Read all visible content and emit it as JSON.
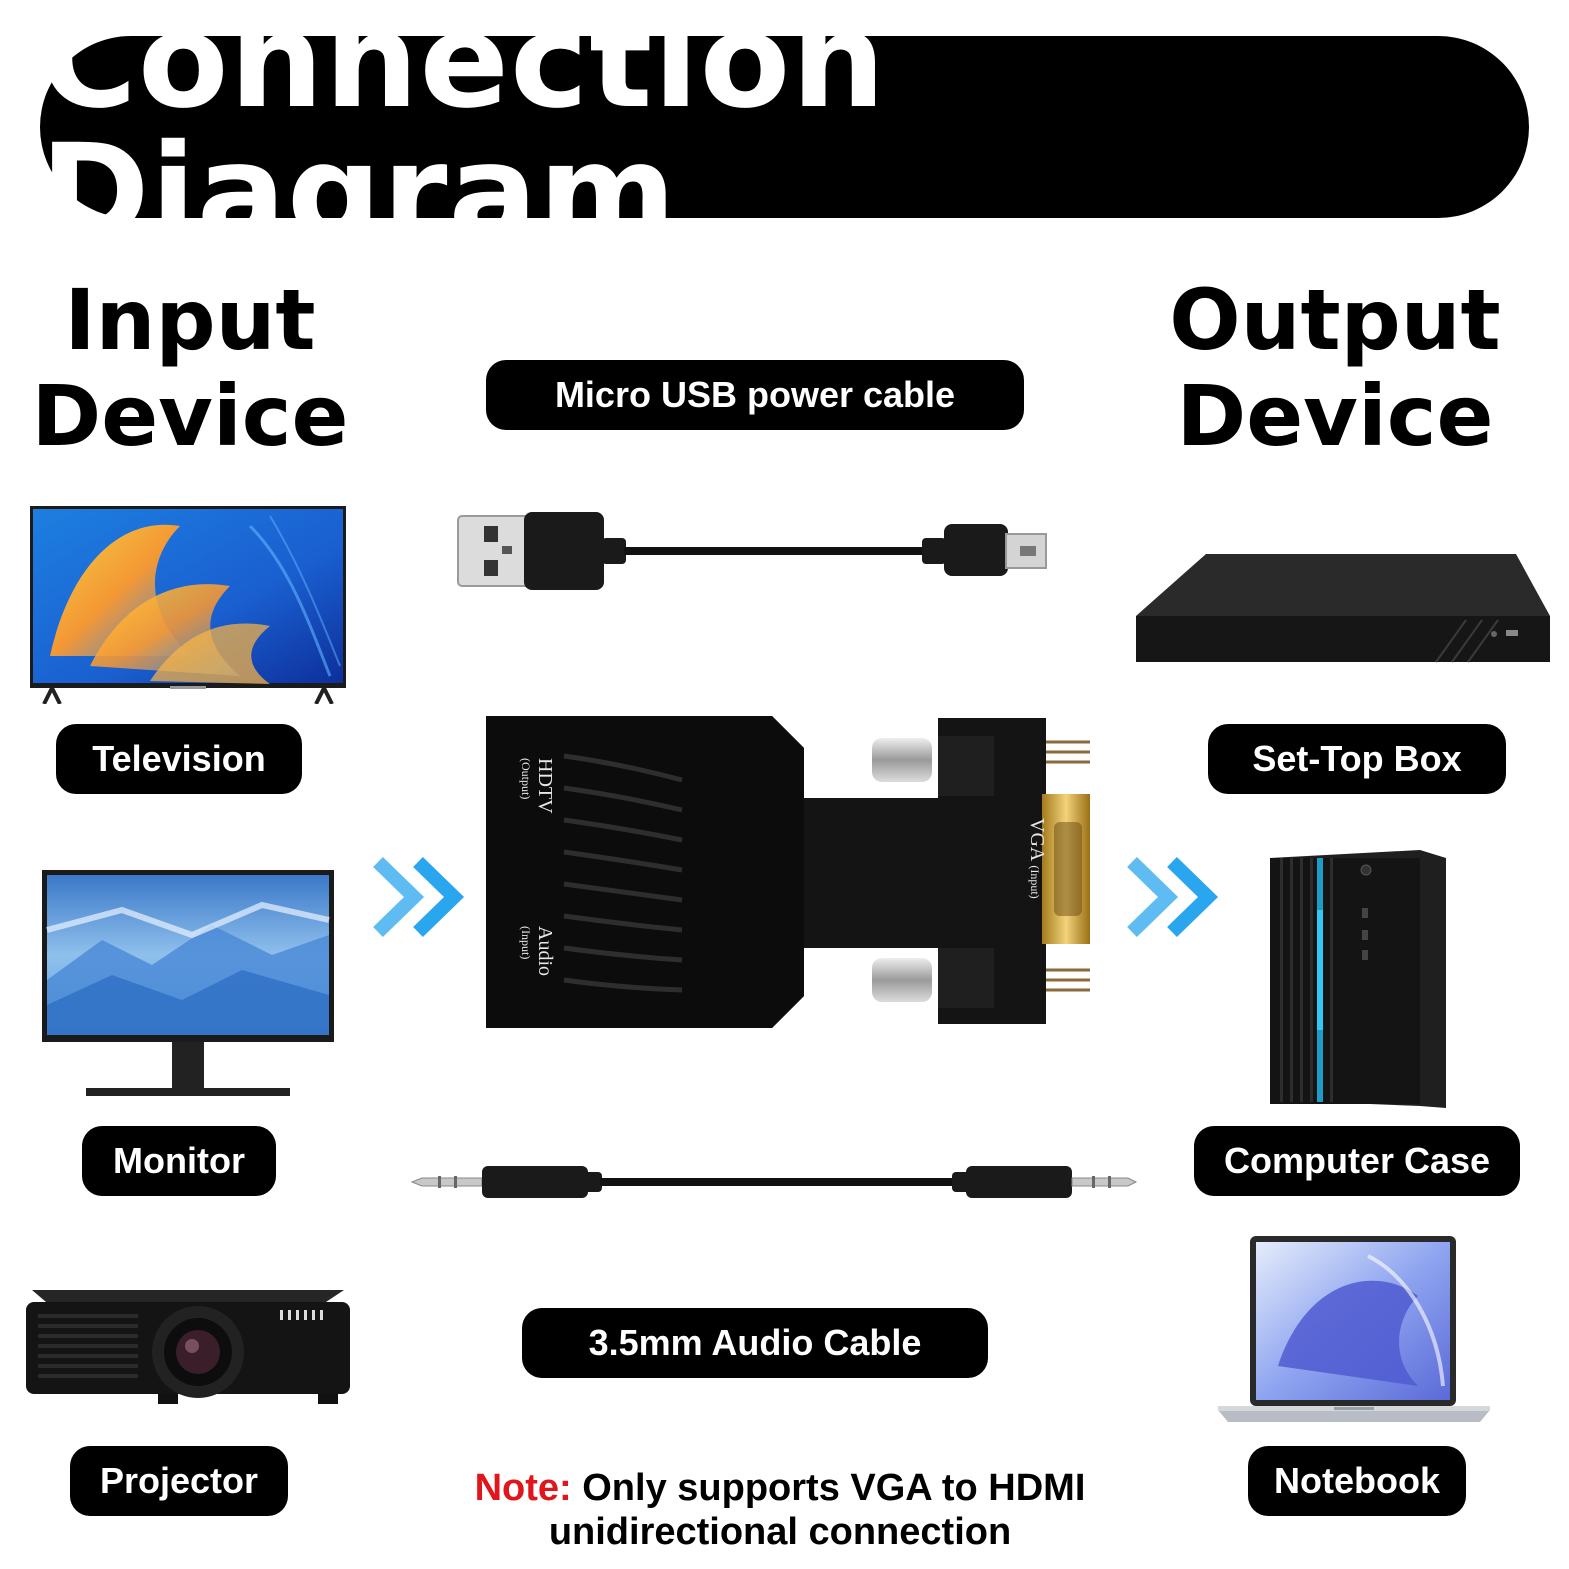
{
  "title": "Connection Diagram",
  "input_heading": {
    "line1": "Input",
    "line2": "Device"
  },
  "output_heading": {
    "line1": "Output",
    "line2": "Device"
  },
  "input_devices": [
    {
      "label": "Television"
    },
    {
      "label": "Monitor"
    },
    {
      "label": "Projector"
    }
  ],
  "output_devices": [
    {
      "label": "Set-Top Box"
    },
    {
      "label": "Computer Case"
    },
    {
      "label": "Notebook"
    }
  ],
  "cables": {
    "usb": "Micro USB power cable",
    "audio": "3.5mm Audio Cable"
  },
  "adapter": {
    "hdtv": "HDTV",
    "hdtv_sub": "(Output)",
    "audio": "Audio",
    "audio_sub": "(Input)",
    "vga": "VGA",
    "vga_sub": "(Input)"
  },
  "note": {
    "prefix": "Note:",
    "line1": " Only supports VGA to HDMI",
    "line2": "unidirectional connection"
  },
  "colors": {
    "accent": "#e0161c",
    "arrow": "#2aa6ef",
    "pill": "#000000"
  }
}
